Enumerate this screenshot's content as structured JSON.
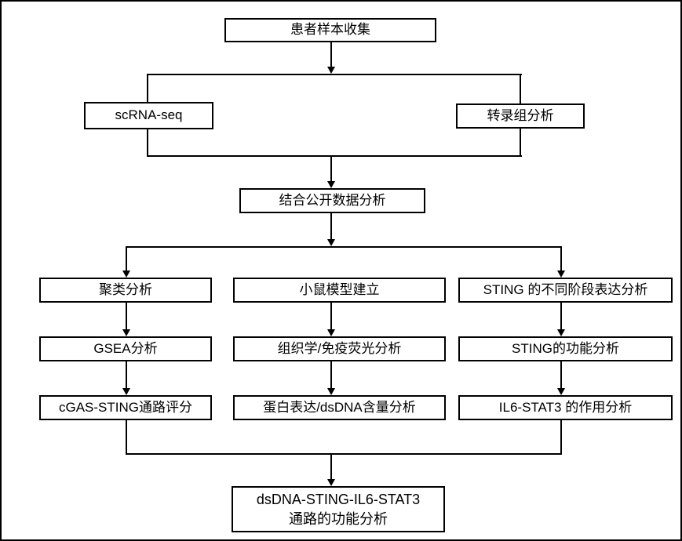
{
  "diagram": {
    "type": "flowchart",
    "colors": {
      "line": "#000000",
      "box_border": "#000000",
      "box_bg": "#ffffff",
      "text": "#000000",
      "canvas_bg": "#ffffff"
    },
    "nodes": {
      "patient": "患者样本收集",
      "scrna": "scRNA-seq",
      "transcriptome": "转录组分析",
      "combine": "结合公开数据分析",
      "cluster": "聚类分析",
      "gsea": "GSEA分析",
      "cgas": "cGAS-STING通路评分",
      "mouse": "小鼠模型建立",
      "histology": "组织学/免疫荧光分析",
      "protein": "蛋白表达/dsDNA含量分析",
      "sting_stage": "STING 的不同阶段表达分析",
      "sting_func": "STING的功能分析",
      "il6_stat3": "IL6-STAT3 的作用分析",
      "final1": "dsDNA-STING-IL6-STAT3",
      "final2": "通路的功能分析"
    },
    "edges": [
      "patient -> (scrna, transcriptome)",
      "(scrna, transcriptome) -> combine",
      "combine -> (cluster, mouse, sting_stage)",
      "cluster -> gsea -> cgas",
      "mouse -> histology -> protein",
      "sting_stage -> sting_func -> il6_stat3",
      "(cgas, protein, il6_stat3) -> final"
    ]
  }
}
